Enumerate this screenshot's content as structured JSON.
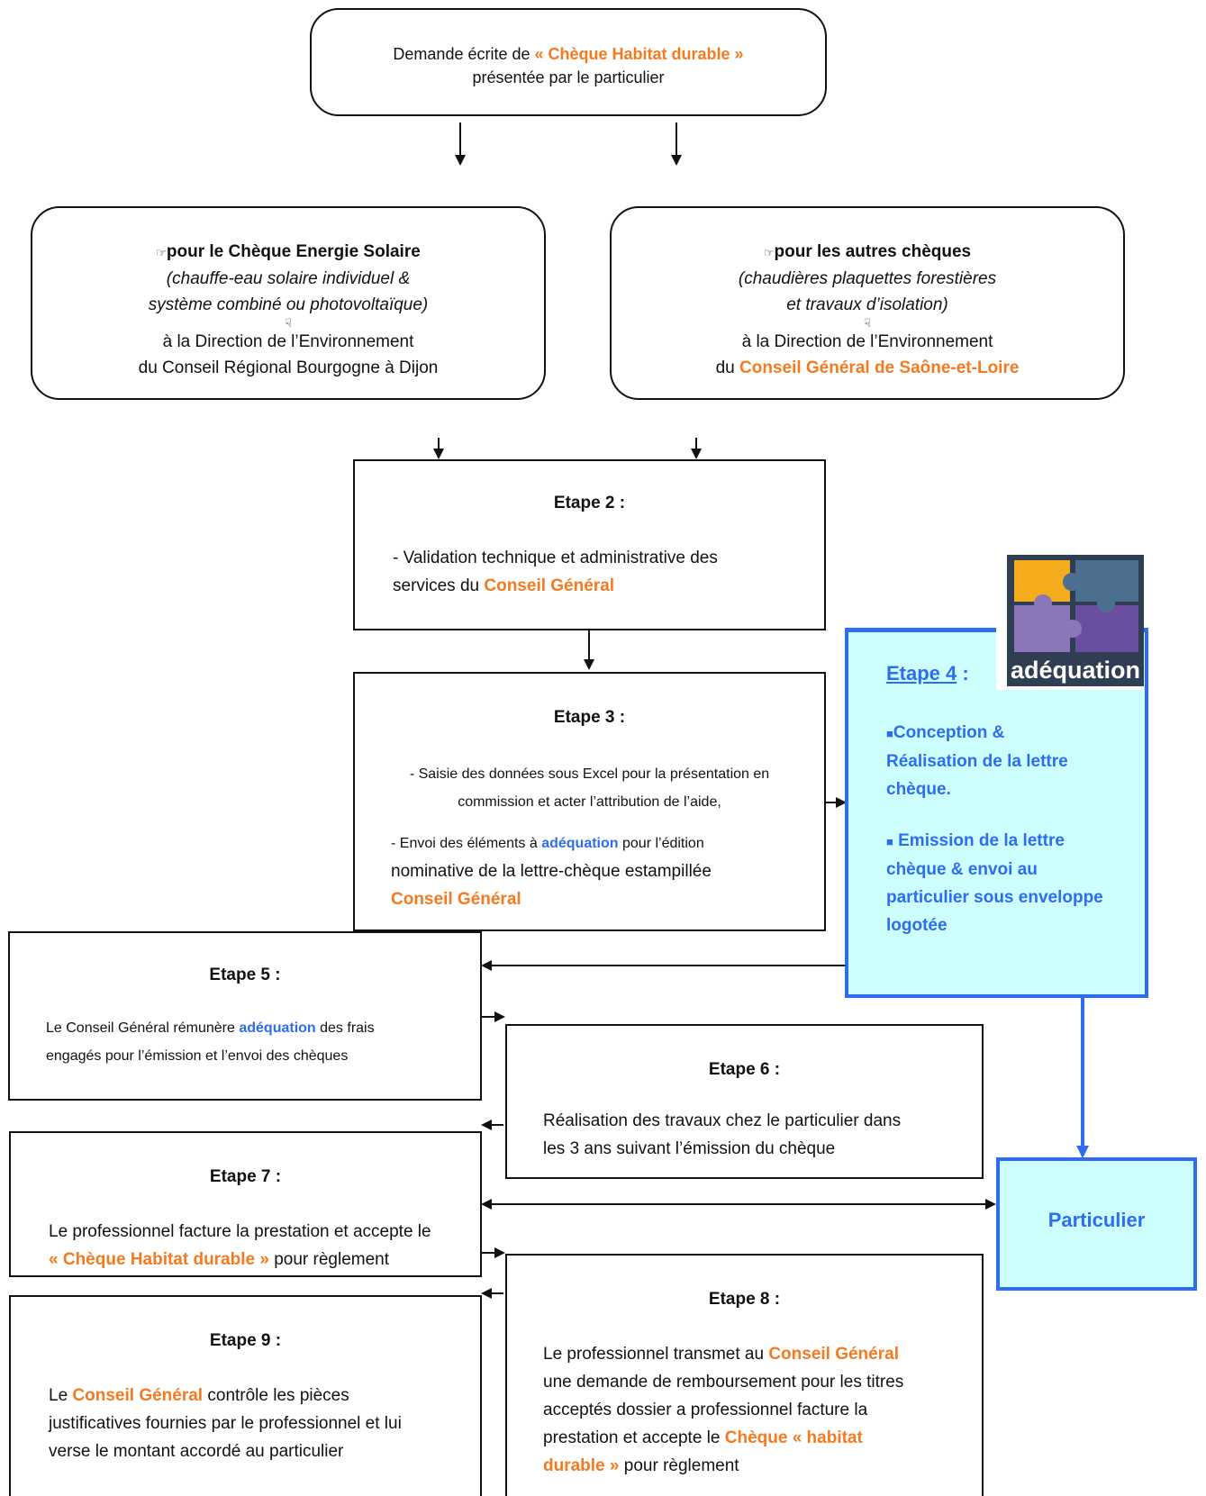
{
  "colors": {
    "accent_orange": "#f47a20",
    "accent_blue": "#2e6cf0",
    "etape4_bg": "#ccfffe",
    "etape4_border": "#2e6cf0",
    "particulier_bg": "#ccfffe"
  },
  "top": {
    "line1_pre": "Demande écrite de ",
    "line1_highlight": "« Chèque Habitat durable »",
    "line2": "présentée par le particulier"
  },
  "left_branch": {
    "icon": "pointing-hand-icon",
    "title": "pour le Chèque Energie Solaire",
    "sub1": "(chauffe-eau solaire individuel &",
    "sub2": "système combiné ou photovoltaïque)",
    "down_icon": "pointing-down-icon",
    "dest1": "à la Direction de l’Environnement",
    "dest2": "du Conseil Régional Bourgogne à Dijon"
  },
  "right_branch": {
    "icon": "pointing-hand-icon",
    "title": "pour les autres chèques",
    "sub1": "(chaudières plaquettes forestières",
    "sub2": "et travaux d’isolation)",
    "down_icon": "pointing-down-icon",
    "dest1": "à la Direction de l’Environnement",
    "dest2_pre": "du ",
    "dest2_highlight": "Conseil Général de Saône-et-Loire"
  },
  "etape2": {
    "title": "Etape 2 :",
    "line1": "- Validation technique et administrative des",
    "line2_pre": "services du ",
    "line2_highlight": "Conseil Général"
  },
  "etape3": {
    "title": "Etape 3 :",
    "line1": "- Saisie des données sous Excel pour la présentation en",
    "line2": "commission et acter l’attribution de l’aide,",
    "line3_pre": "- Envoi des éléments à ",
    "line3_highlight": "adéquation",
    "line3_post": " pour l’édition",
    "line4": "nominative de la lettre-chèque estampillée",
    "line5_highlight": "Conseil Général"
  },
  "etape4": {
    "title": "Etape 4",
    "title_suffix": " :",
    "bullet": "■",
    "item1_l1": "Conception &",
    "item1_l2": "Réalisation de la lettre",
    "item1_l3": "chèque.",
    "item2_l1": " Emission de la lettre",
    "item2_l2": "chèque & envoi au",
    "item2_l3": "particulier sous enveloppe",
    "item2_l4": "logotée"
  },
  "logo": {
    "text": "adéquation"
  },
  "etape5": {
    "title": "Etape 5 :",
    "line1_pre": "Le Conseil Général rémunère ",
    "line1_highlight": "adéquation",
    "line1_post": " des frais",
    "line2": "engagés pour l’émission et l’envoi des chèques"
  },
  "etape6": {
    "title": "Etape 6 :",
    "line1": "Réalisation des travaux chez le particulier dans",
    "line2": "les 3 ans suivant l’émission du chèque"
  },
  "etape7": {
    "title": "Etape 7 :",
    "line1": "Le professionnel facture la prestation et accepte le",
    "line2_highlight": "« Chèque Habitat durable »",
    "line2_post": " pour règlement"
  },
  "particulier": {
    "label": "Particulier"
  },
  "etape8": {
    "title": "Etape 8 :",
    "line1_pre": "Le professionnel transmet au ",
    "line1_highlight": "Conseil Général",
    "line2": "une demande de remboursement pour les titres",
    "line3": "acceptés  dossier a professionnel facture la",
    "line4_pre": "prestation et accepte le ",
    "line4_highlight": "Chèque « habitat",
    "line5_highlight": "durable »",
    "line5_post": " pour règlement"
  },
  "etape9": {
    "title": "Etape 9 :",
    "line1_pre": "Le ",
    "line1_highlight": "Conseil Général",
    "line1_post": " contrôle les pièces",
    "line2": "justificatives fournies par le professionnel et lui",
    "line3": "verse le montant accordé au particulier"
  }
}
